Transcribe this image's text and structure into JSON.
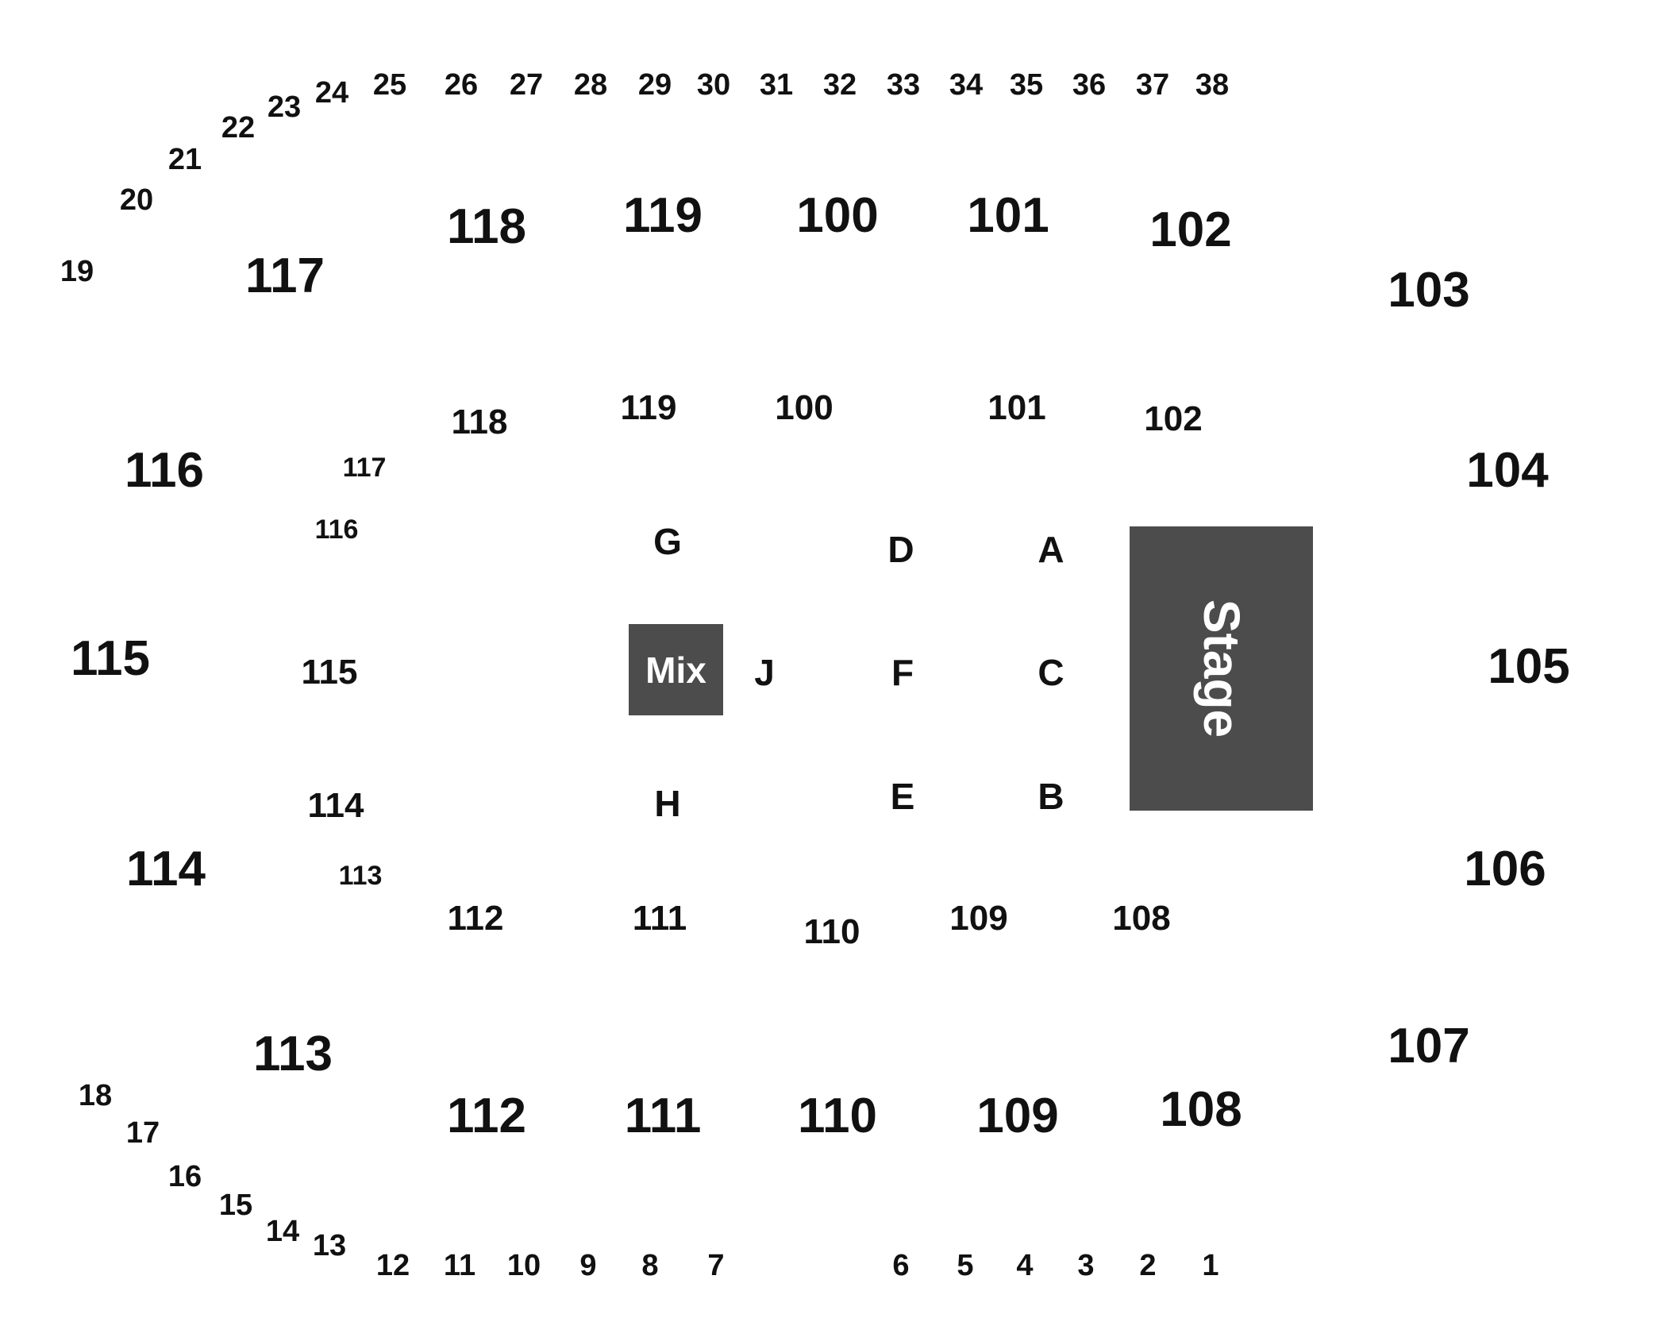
{
  "venue_map": {
    "colors": {
      "background": "#ffffff",
      "text": "#111111",
      "box_fill": "#4c4c4c",
      "box_text": "#ffffff"
    },
    "stage": {
      "label": "Stage"
    },
    "mix": {
      "label": "Mix"
    },
    "upper_sections": [
      "118",
      "119",
      "100",
      "101",
      "102",
      "117",
      "103",
      "116",
      "104",
      "115",
      "105",
      "114",
      "106",
      "113",
      "107",
      "112",
      "111",
      "110",
      "109",
      "108"
    ],
    "lower_sections": [
      "118",
      "119",
      "100",
      "101",
      "102",
      "117",
      "116",
      "115",
      "114",
      "113",
      "112",
      "111",
      "110",
      "109",
      "108"
    ],
    "floor_sections": [
      "G",
      "D",
      "A",
      "J",
      "F",
      "C",
      "H",
      "E",
      "B"
    ],
    "top_rows": [
      "19",
      "20",
      "21",
      "22",
      "23",
      "24",
      "25",
      "26",
      "27",
      "28",
      "29",
      "30",
      "31",
      "32",
      "33",
      "34",
      "35",
      "36",
      "37",
      "38"
    ],
    "bottom_rows": [
      "18",
      "17",
      "16",
      "15",
      "14",
      "13",
      "12",
      "11",
      "10",
      "9",
      "8",
      "7",
      "6",
      "5",
      "4",
      "3",
      "2",
      "1"
    ]
  }
}
